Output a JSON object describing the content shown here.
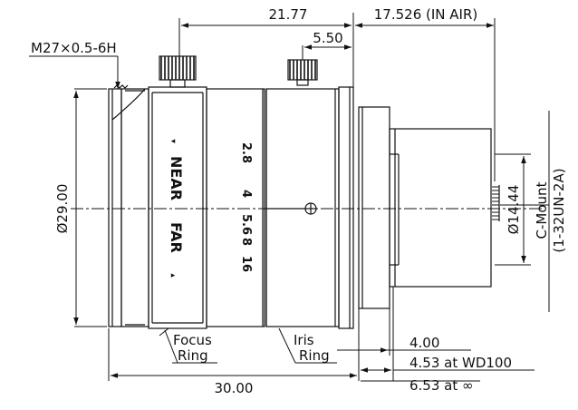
{
  "drawing": {
    "thread_spec": "M27×0.5-6H",
    "length_top": "21.77",
    "air_distance": "17.526 (IN AIR)",
    "offset_top": "5.50",
    "outer_diameter": "Ø29.00",
    "inner_diameter": "Ø14.44",
    "mount_line1": "C-Mount",
    "mount_line2": "(1-32UN-2A)",
    "focus_ring_line1": "Focus",
    "focus_ring_line2": "Ring",
    "iris_ring_line1": "Iris",
    "iris_ring_line2": "Ring",
    "dim_flange": "4.00",
    "dim_wd100": "4.53 at WD100",
    "dim_infinity": "6.53 at ∞",
    "total_length": "30.00"
  },
  "focus_scale": {
    "near": "NEAR",
    "far": "FAR"
  },
  "iris_scale": [
    "2.8",
    "4",
    "5.6",
    "8",
    "16"
  ],
  "colors": {
    "line": "#111111",
    "background": "#ffffff"
  }
}
